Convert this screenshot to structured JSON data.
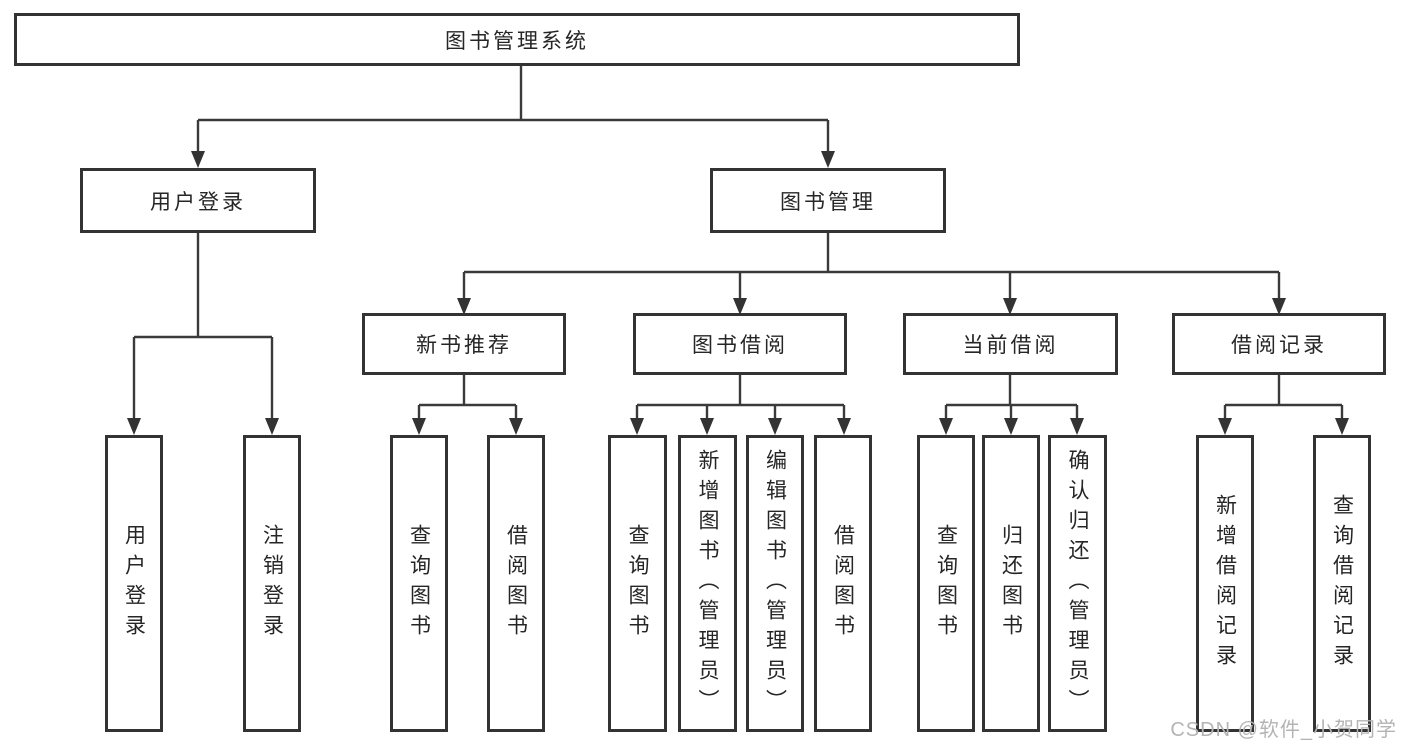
{
  "colors": {
    "background": "#ffffff",
    "box_border": "#333333",
    "connector_line": "#3a3a3a",
    "text": "#262626",
    "watermark_text": "#b4b4b4"
  },
  "watermark": {
    "text": "CSDN @软件_小贺同学"
  },
  "tree": {
    "root": {
      "label": "图书管理系统",
      "children": [
        {
          "label": "用户登录",
          "children": [
            {
              "label": "用户登录"
            },
            {
              "label": "注销登录"
            }
          ]
        },
        {
          "label": "图书管理",
          "children": [
            {
              "label": "新书推荐",
              "children": [
                {
                  "label": "查询图书"
                },
                {
                  "label": "借阅图书"
                }
              ]
            },
            {
              "label": "图书借阅",
              "children": [
                {
                  "label": "查询图书"
                },
                {
                  "label": "新增图书（管理员）"
                },
                {
                  "label": "编辑图书（管理员）"
                },
                {
                  "label": "借阅图书"
                }
              ]
            },
            {
              "label": "当前借阅",
              "children": [
                {
                  "label": "查询图书"
                },
                {
                  "label": "归还图书"
                },
                {
                  "label": "确认归还（管理员）"
                }
              ]
            },
            {
              "label": "借阅记录",
              "children": [
                {
                  "label": "新增借阅记录"
                },
                {
                  "label": "查询借阅记录"
                }
              ]
            }
          ]
        }
      ]
    }
  }
}
